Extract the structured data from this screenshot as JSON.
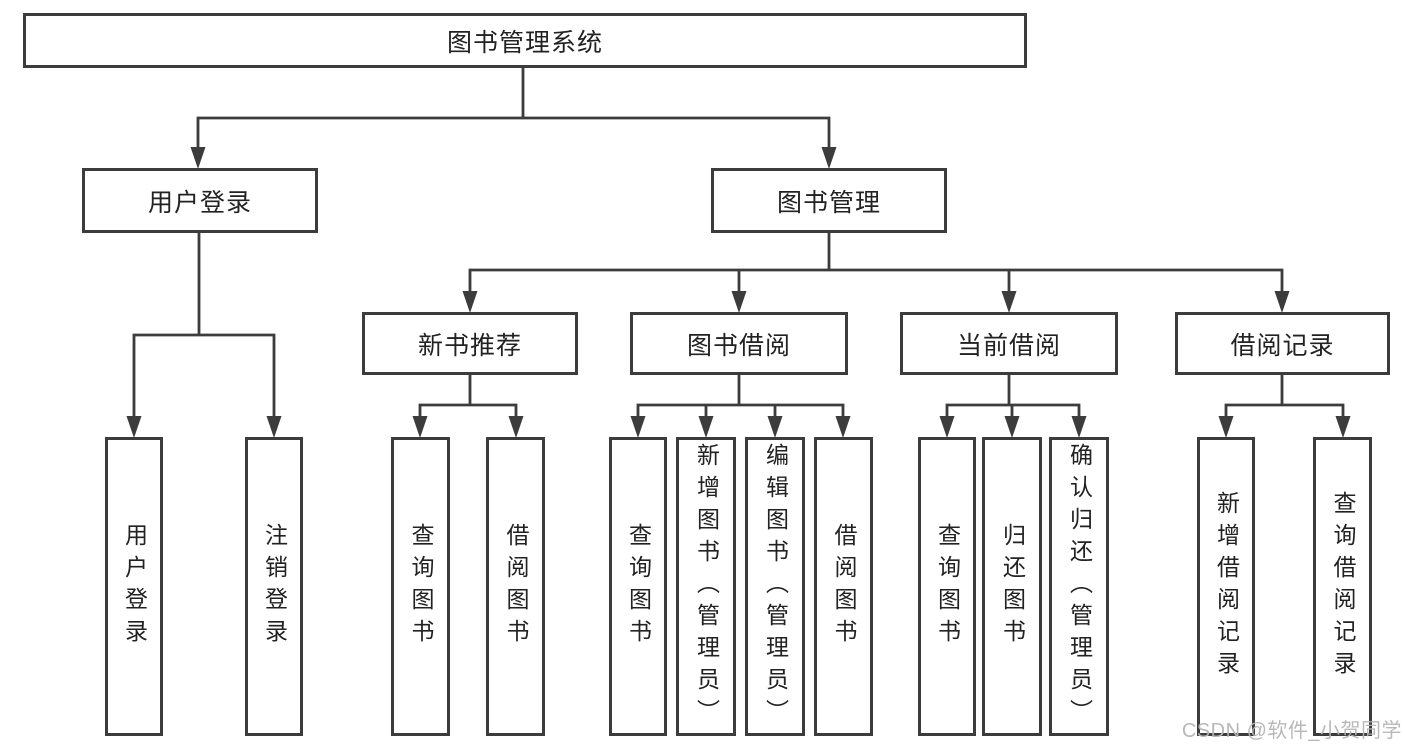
{
  "diagram": {
    "root": {
      "label": "图书管理系统"
    },
    "level2": {
      "user_login": {
        "label": "用户登录"
      },
      "book_management": {
        "label": "图书管理"
      }
    },
    "level3": {
      "new_book": {
        "label": "新书推荐"
      },
      "book_borrow": {
        "label": "图书借阅"
      },
      "current_borrow": {
        "label": "当前借阅"
      },
      "borrow_record": {
        "label": "借阅记录"
      }
    },
    "leaves": {
      "user_login": [
        {
          "label": "用户登录"
        },
        {
          "label": "注销登录"
        }
      ],
      "new_book": [
        {
          "label": "查询图书"
        },
        {
          "label": "借阅图书"
        }
      ],
      "book_borrow": [
        {
          "label": "查询图书"
        },
        {
          "label": "新增图书（管理员）"
        },
        {
          "label": "编辑图书（管理员）"
        },
        {
          "label": "借阅图书"
        }
      ],
      "current_borrow": [
        {
          "label": "查询图书"
        },
        {
          "label": "归还图书"
        },
        {
          "label": "确认归还（管理员）"
        }
      ],
      "borrow_record": [
        {
          "label": "新增借阅记录"
        },
        {
          "label": "查询借阅记录"
        }
      ]
    },
    "watermark": {
      "text": "CSDN @软件_小贺同学"
    },
    "colors": {
      "line": "#3c3c3c",
      "text": "#222222",
      "background": "#ffffff",
      "watermark": "#b5b5b5"
    }
  }
}
